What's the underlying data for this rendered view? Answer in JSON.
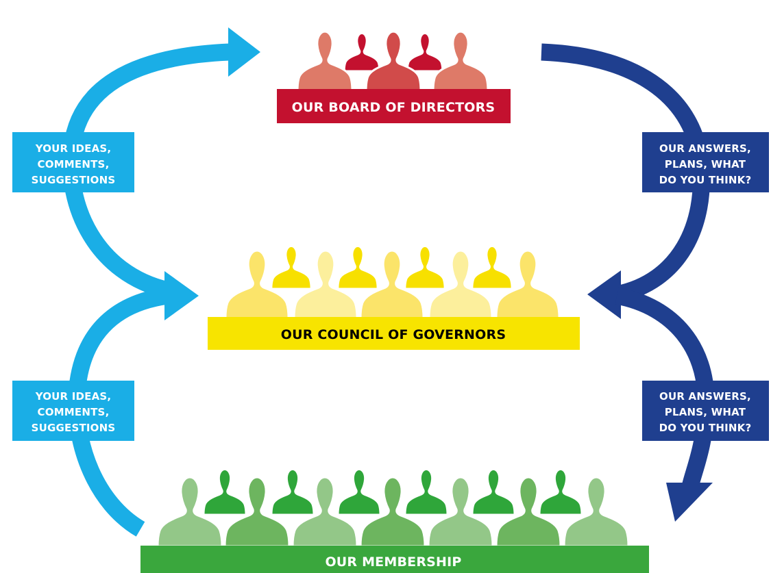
{
  "groups": {
    "board": {
      "label": "OUR BOARD OF DIRECTORS",
      "colors": {
        "light": "#de7a68",
        "dark": "#c3112f",
        "mid": "#d14b4a",
        "bar": "#c3112f",
        "text": "#ffffff"
      }
    },
    "council": {
      "label": "OUR COUNCIL OF GOVERNORS",
      "colors": {
        "light": "#fbe46a",
        "dark": "#f7e000",
        "pale": "#fcef9c",
        "bar": "#f7e400",
        "text": "#000000"
      }
    },
    "membership": {
      "label": "OUR MEMBERSHIP",
      "colors": {
        "light": "#93c788",
        "dark": "#2fa63a",
        "mid": "#6db55f",
        "bar": "#3aa73d",
        "text": "#ffffff"
      }
    }
  },
  "labels": {
    "upper_left": [
      "YOUR IDEAS,",
      "COMMENTS,",
      "SUGGESTIONS"
    ],
    "lower_left": [
      "YOUR IDEAS,",
      "COMMENTS,",
      "SUGGESTIONS"
    ],
    "upper_right": [
      "OUR ANSWERS,",
      "PLANS, WHAT",
      "DO YOU THINK?"
    ],
    "lower_right": [
      "OUR ANSWERS,",
      "PLANS, WHAT",
      "DO YOU THINK?"
    ]
  },
  "colors": {
    "ideas_arrow": "#1aaee6",
    "answers_arrow": "#1f3f8f"
  }
}
